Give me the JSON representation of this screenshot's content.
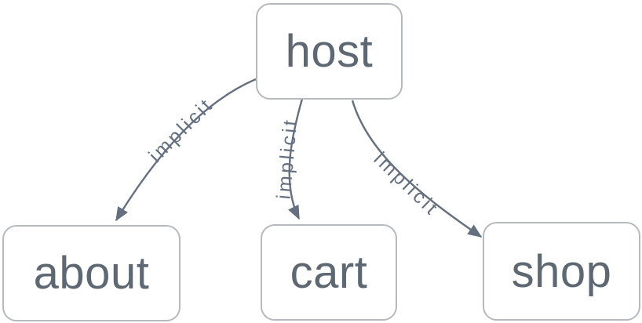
{
  "diagram": {
    "nodes": [
      {
        "id": "host",
        "label": "host"
      },
      {
        "id": "about",
        "label": "about"
      },
      {
        "id": "cart",
        "label": "cart"
      },
      {
        "id": "shop",
        "label": "shop"
      }
    ],
    "edges": [
      {
        "from": "host",
        "to": "about",
        "label": "implicit"
      },
      {
        "from": "host",
        "to": "cart",
        "label": "implicit"
      },
      {
        "from": "host",
        "to": "shop",
        "label": "implicit"
      }
    ],
    "colors": {
      "background": "#ffffff",
      "node_fill": "#ffffff",
      "node_border": "#b6b9be",
      "node_text": "#5e6873",
      "edge": "#64707f"
    }
  }
}
